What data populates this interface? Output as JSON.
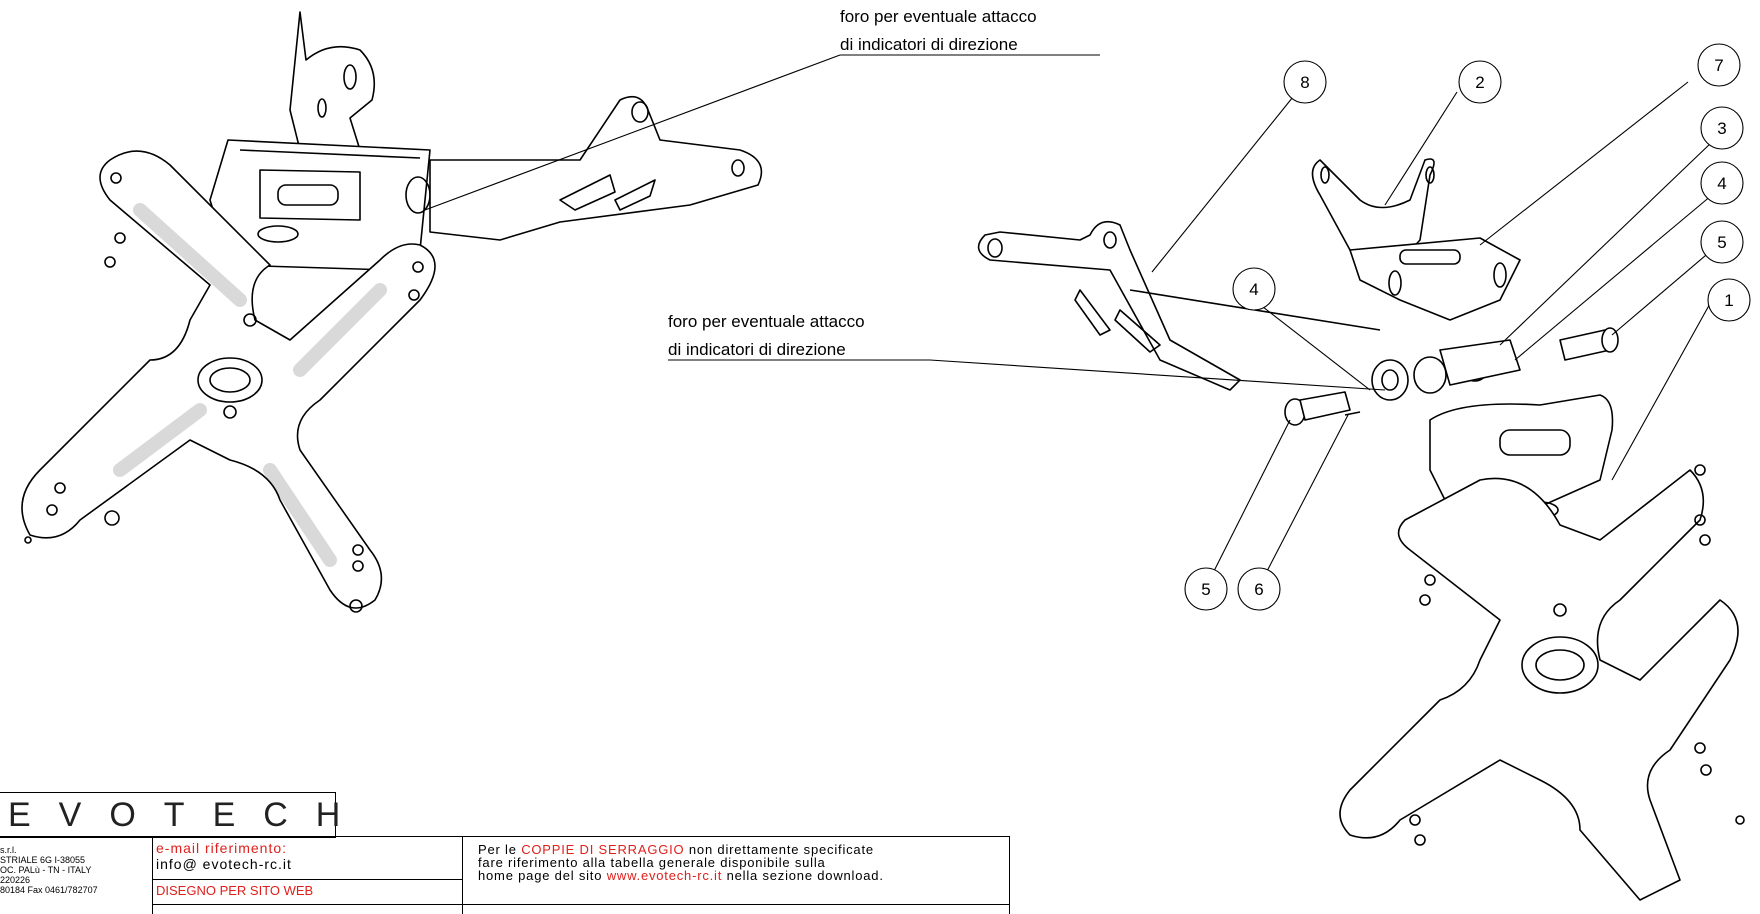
{
  "annotations": {
    "hole_note_top_line1": "foro per eventuale attacco",
    "hole_note_top_line2": "di indicatori di direzione",
    "hole_note_mid_line1": "foro per eventuale attacco",
    "hole_note_mid_line2": "di indicatori di direzione"
  },
  "callouts": {
    "c8": "8",
    "c2": "2",
    "c7": "7",
    "c3": "3",
    "c4a": "4",
    "c5a": "5",
    "c1": "1",
    "c4b": "4",
    "c5b": "5",
    "c6": "6"
  },
  "title_block": {
    "logo": "EVOTECH",
    "address_lines": [
      "s.r.l.",
      "STRIALE 6G  I-38055",
      "OC. PALù  - TN - ITALY",
      "220226",
      "80184 Fax 0461/782707"
    ],
    "email_label": "e-mail riferimento:",
    "email": "info@ evotech-rc.it",
    "drawing_type": "DISEGNO PER SITO WEB",
    "torque_prefix": "Per le",
    "torque_highlight": "COPPIE DI SERRAGGIO",
    "torque_rest1": "non direttamente specificate",
    "torque_line2": "fare riferimento alla tabella generale disponibile sulla",
    "torque_line3_pre": "home page del sito",
    "torque_site": "www.evotech-rc.it",
    "torque_line3_post": "nella sezione download."
  },
  "colors": {
    "red": "#e0201c",
    "line": "#000000"
  }
}
